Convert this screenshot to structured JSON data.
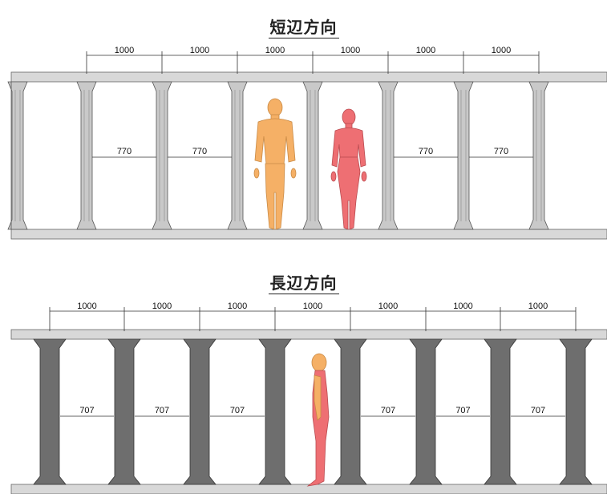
{
  "short_side": {
    "title": "短辺方向",
    "top_dimensions": [
      "1000",
      "1000",
      "1000",
      "1000",
      "1000",
      "1000"
    ],
    "gap_dimensions": [
      "770",
      "770",
      "770",
      "770"
    ]
  },
  "long_side": {
    "title": "長辺方向",
    "top_dimensions": [
      "1000",
      "1000",
      "1000",
      "1000",
      "1000",
      "1000",
      "1000"
    ],
    "gap_dimensions": [
      "707",
      "707",
      "707",
      "707",
      "707",
      "707"
    ]
  },
  "colors": {
    "short_column": "#c9c9c9",
    "long_column": "#6e6e6e",
    "slab": "#d8d8d8",
    "figure_orange": "#f5b066",
    "figure_red": "#ee6f73"
  }
}
